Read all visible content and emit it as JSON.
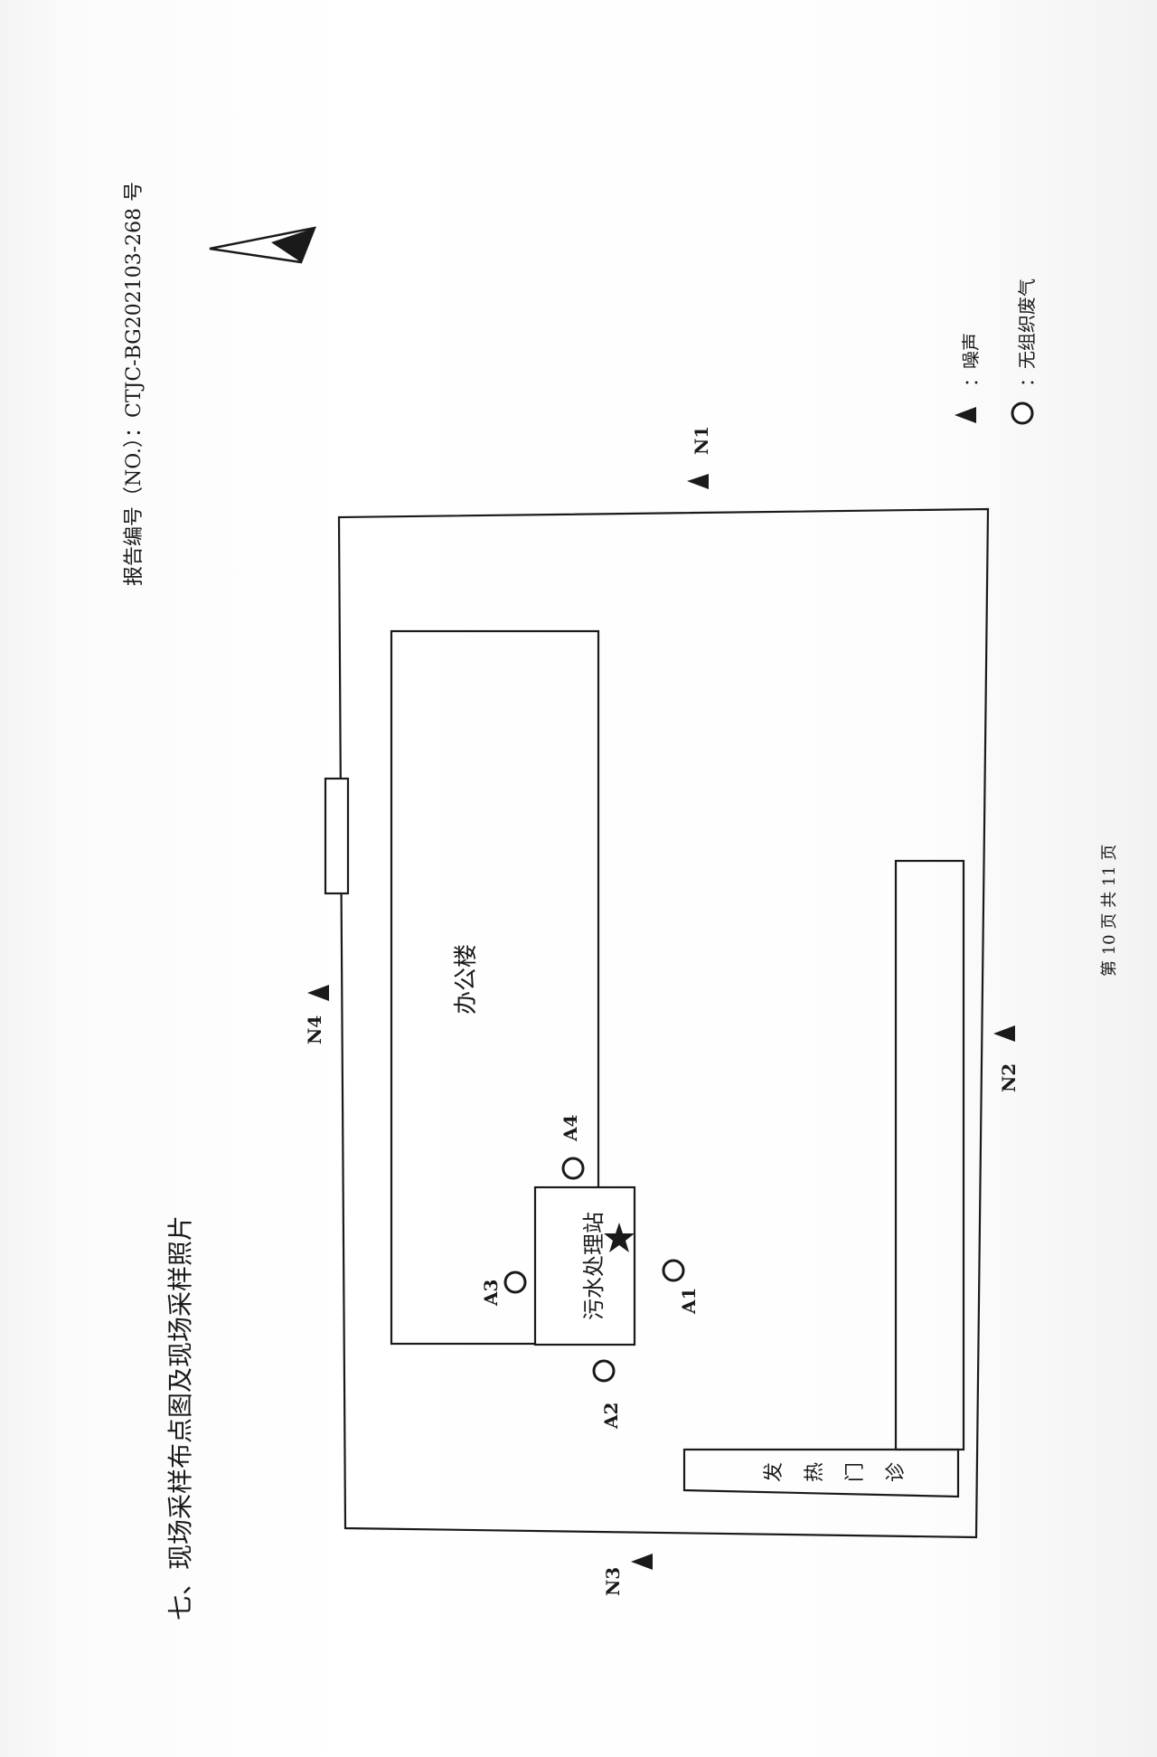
{
  "header": {
    "report_no": "报告编号（NO.）：CTJC-BG202103-268 号"
  },
  "section": {
    "title": "七、现场采样布点图及现场采样照片"
  },
  "diagram": {
    "buildings": {
      "office": "办公楼",
      "sewage": "污水处理站",
      "fever_clinic_chars": [
        "发",
        "热",
        "门",
        "诊"
      ]
    },
    "noise_points": [
      "N1",
      "N2",
      "N3",
      "N4"
    ],
    "air_points": [
      "A1",
      "A2",
      "A3",
      "A4"
    ]
  },
  "legend": {
    "noise": "：噪声",
    "air": "：无组织废气"
  },
  "footer": {
    "page": "第 10 页 共 11 页"
  },
  "icons": {
    "north_arrow": "north-arrow-icon",
    "noise_marker": "triangle-icon",
    "air_marker": "circle-icon",
    "source_marker": "star-icon"
  }
}
